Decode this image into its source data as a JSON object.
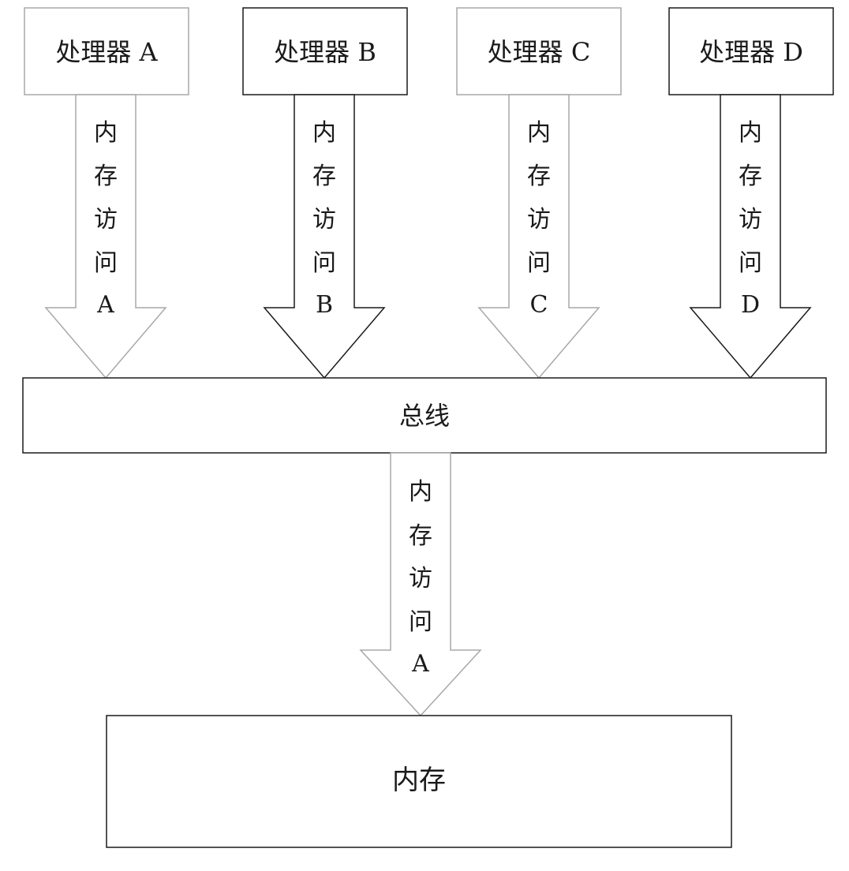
{
  "processors": [
    {
      "label": "处理器 A",
      "style": "light",
      "arrow_chars": [
        "内",
        "存",
        "访",
        "问",
        "A"
      ]
    },
    {
      "label": "处理器 B",
      "style": "dark",
      "arrow_chars": [
        "内",
        "存",
        "访",
        "问",
        "B"
      ]
    },
    {
      "label": "处理器 C",
      "style": "light",
      "arrow_chars": [
        "内",
        "存",
        "访",
        "问",
        "C"
      ]
    },
    {
      "label": "处理器 D",
      "style": "dark",
      "arrow_chars": [
        "内",
        "存",
        "访",
        "问",
        "D"
      ]
    }
  ],
  "bus": {
    "label": "总线"
  },
  "bus_arrow": {
    "style": "light",
    "chars": [
      "内",
      "存",
      "访",
      "问",
      "A"
    ]
  },
  "memory": {
    "label": "内存"
  },
  "colors": {
    "light": "#a8a8a8",
    "dark": "#1a1a1a",
    "text": "#1a1a1a"
  }
}
